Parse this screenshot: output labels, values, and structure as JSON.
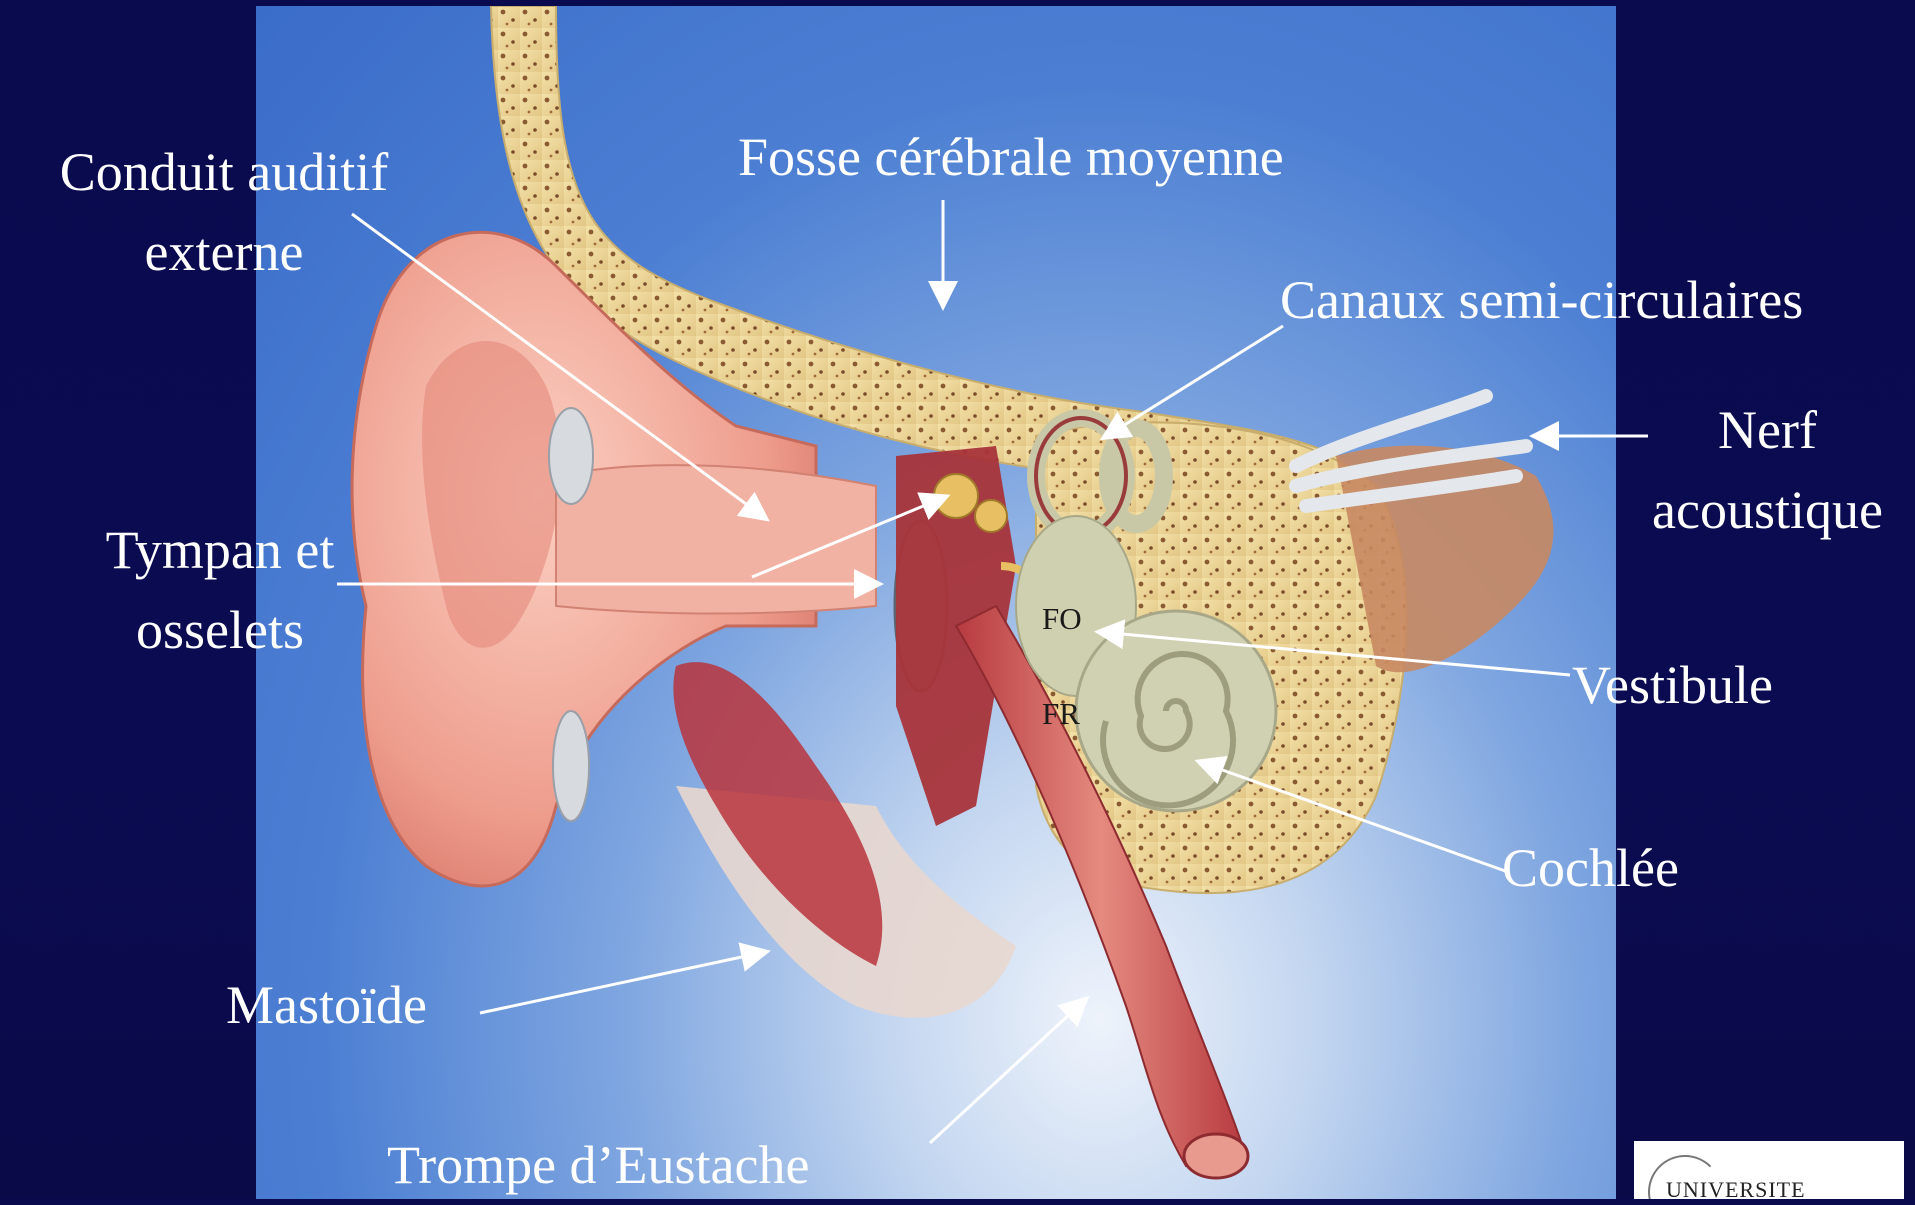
{
  "labels": {
    "conduit_line1": "Conduit auditif",
    "conduit_line2": "externe",
    "fosse": "Fosse cérébrale moyenne",
    "canaux": "Canaux semi-circulaires",
    "nerf_line1": "Nerf",
    "nerf_line2": "acoustique",
    "tympan_line1": "Tympan et",
    "tympan_line2": "osselets",
    "vestibule": "Vestibule",
    "cochlee": "Cochlée",
    "mastoide": "Mastoïde",
    "trompe": "Trompe d’Eustache",
    "fo": "FO",
    "fr": "FR"
  },
  "logo": {
    "text": "UNIVERSITE"
  },
  "colors": {
    "background": "#0a0a4e",
    "label_text": "#ffffff",
    "skin": "#f0a99a",
    "bone": "#e9d59a",
    "inner_ear": "#cfd0b0",
    "muscle": "#b8343c"
  }
}
